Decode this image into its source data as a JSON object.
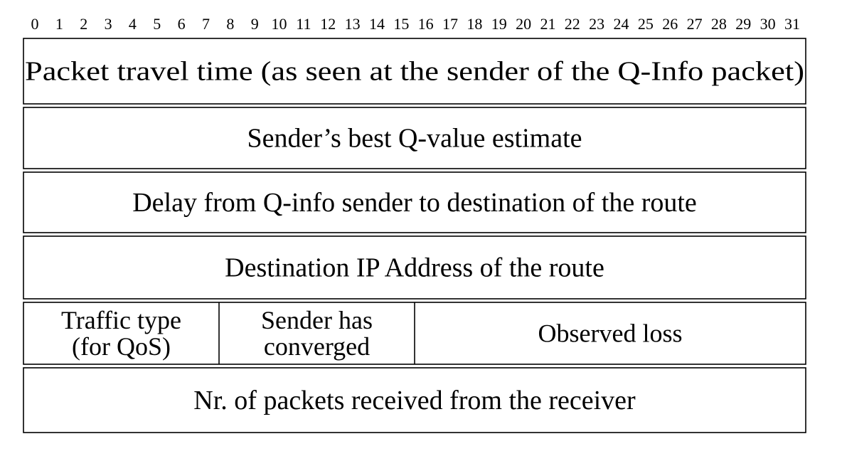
{
  "bit_numbers": [
    "0",
    "1",
    "2",
    "3",
    "4",
    "5",
    "6",
    "7",
    "8",
    "9",
    "10",
    "11",
    "12",
    "13",
    "14",
    "15",
    "16",
    "17",
    "18",
    "19",
    "20",
    "21",
    "22",
    "23",
    "24",
    "25",
    "26",
    "27",
    "28",
    "29",
    "30",
    "31"
  ],
  "rows": [
    {
      "fields": [
        {
          "lines": [
            "Packet travel time (as seen at the sender of the Q-Info packet)"
          ]
        }
      ]
    },
    {
      "fields": [
        {
          "lines": [
            "Sender’s best Q-value estimate"
          ]
        }
      ]
    },
    {
      "fields": [
        {
          "lines": [
            "Delay from Q-info sender to destination of the route"
          ]
        }
      ]
    },
    {
      "fields": [
        {
          "lines": [
            "Destination IP Address of the route"
          ]
        }
      ]
    },
    {
      "fields": [
        {
          "lines": [
            "Traffic type",
            "(for QoS)"
          ]
        },
        {
          "lines": [
            "Sender has",
            "converged"
          ]
        },
        {
          "lines": [
            "Observed loss"
          ]
        }
      ]
    },
    {
      "fields": [
        {
          "lines": [
            "Nr. of packets received from the receiver"
          ]
        }
      ]
    }
  ]
}
